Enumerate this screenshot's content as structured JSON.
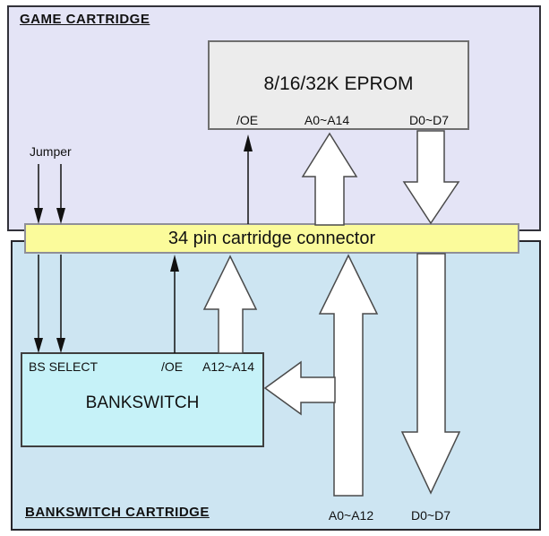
{
  "game_cartridge": {
    "title": "GAME CARTRIDGE",
    "jumper_label": "Jumper",
    "eprom": {
      "title": "8/16/32K EPROM",
      "pin_oe": "/OE",
      "pin_addr": "A0~A14",
      "pin_data": "D0~D7"
    }
  },
  "connector": {
    "label": "34 pin cartridge connector"
  },
  "bankswitch_cartridge": {
    "title": "BANKSWITCH CARTRIDGE",
    "bankswitch": {
      "title": "BANKSWITCH",
      "pin_bs_select": "BS SELECT",
      "pin_oe": "/OE",
      "pin_addr": "A12~A14"
    },
    "bus_addr_label": "A0~A12",
    "bus_data_label": "D0~D7"
  },
  "colors": {
    "game-bg": "#E4E4F6",
    "bank-bg": "#CDE5F2",
    "connector-bg": "#FBFB9B",
    "eprom-bg": "#ECECEC",
    "bankswitch-bg": "#C6F2F8",
    "arrow-fill": "#FFFFFF",
    "arrow-stroke": "#4A4A4A"
  }
}
